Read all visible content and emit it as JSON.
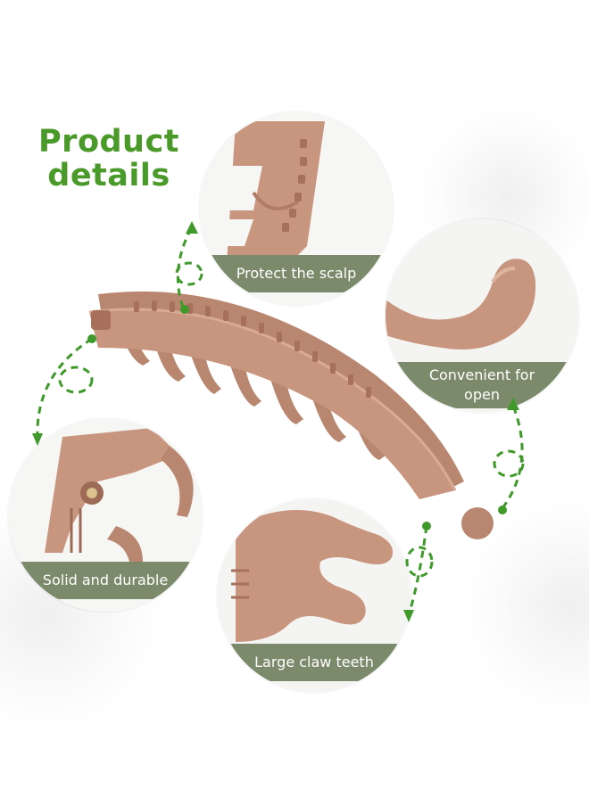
{
  "title": {
    "line1": "Product",
    "line2": "details"
  },
  "features": [
    {
      "label": "Protect the scalp",
      "icon": "scalp-teeth-closeup"
    },
    {
      "label_line1": "Convenient for",
      "label_line2": "open",
      "icon": "open-handle-closeup"
    },
    {
      "label": "Solid and durable",
      "icon": "spring-hinge-closeup"
    },
    {
      "label": "Large claw teeth",
      "icon": "claw-teeth-closeup"
    }
  ],
  "colors": {
    "title_green": "#4a9a2a",
    "band": "#7a8a6a",
    "clip": "#c4957e",
    "arrow": "#3f9a2a"
  }
}
